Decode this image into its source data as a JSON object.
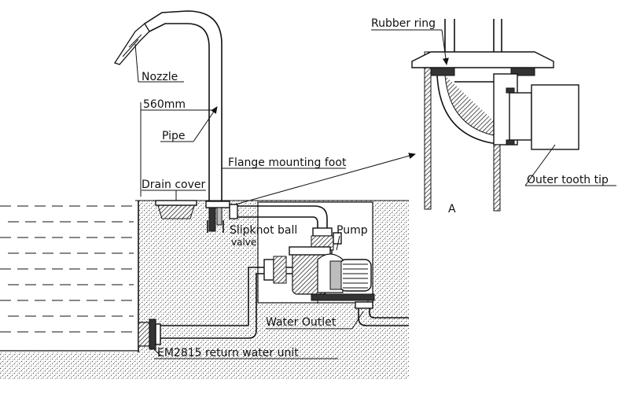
{
  "labels": {
    "nozzle": "Nozzle",
    "dimension": "560mm",
    "pipe": "Pipe",
    "flange": "Flange mounting foot",
    "drain_cover": "Drain cover",
    "slipknot_1": "Slipknot ball",
    "slipknot_2": "valve",
    "pump": "Pump",
    "water_outlet": "Water Outlet",
    "return_unit": "EM2815 return water unit",
    "rubber_ring": "Rubber ring",
    "outer_tooth_tip": "Outer tooth tip",
    "detail_letter": "A"
  },
  "icons": {
    "pump": "pump-icon",
    "nozzle": "nozzle-icon",
    "valve": "ball-valve-icon"
  }
}
